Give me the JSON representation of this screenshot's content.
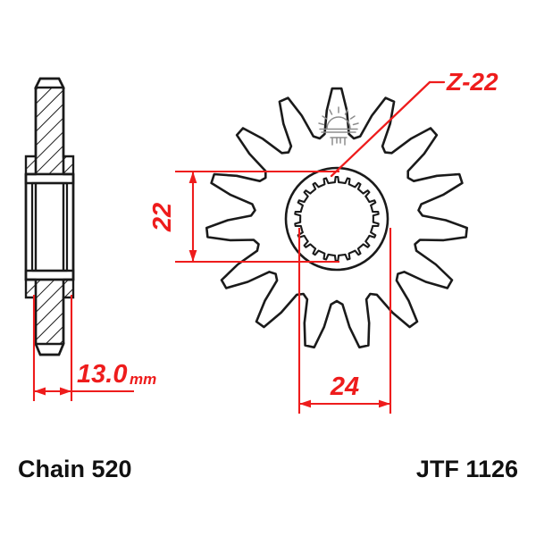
{
  "drawing": {
    "title": "Motorcycle front sprocket technical drawing",
    "background_color": "#ffffff",
    "outline_color": "#1a1a1a",
    "dimension_color": "#ee1c1c",
    "stamp_color": "#8d8d8d"
  },
  "views": {
    "section_view": {
      "name": "Side cross-section view",
      "hatching": "diagonal"
    },
    "front_view": {
      "name": "Front face view",
      "teeth_count": 15,
      "spline_teeth_count": 22
    }
  },
  "dimensions": {
    "thickness": {
      "value": "13.0",
      "unit": "mm",
      "label": "13.0"
    },
    "inner_height": {
      "value": "22",
      "label": "22",
      "orientation": "vertical"
    },
    "inner_width": {
      "value": "24",
      "label": "24",
      "orientation": "horizontal"
    }
  },
  "callouts": {
    "spline": {
      "label": "Z-22",
      "description": "22 splines"
    }
  },
  "footer": {
    "chain_label": "Chain 520",
    "part_number": "JTF 1126"
  },
  "stamp": {
    "name": "sunrise-logo",
    "description": "Sunrise over horizon maker mark"
  }
}
